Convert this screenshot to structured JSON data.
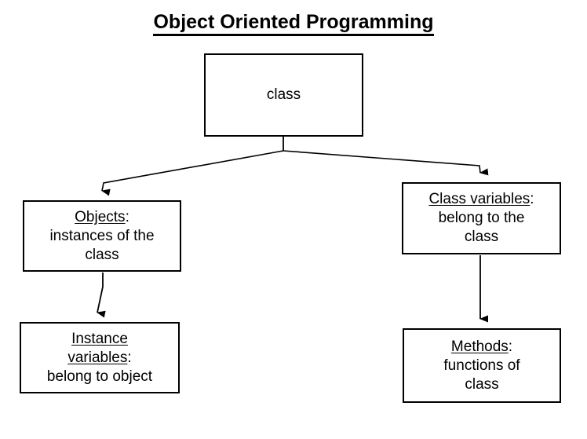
{
  "diagram": {
    "title": "Object Oriented Programming",
    "type": "tree-diagram",
    "background_color": "#ffffff",
    "line_color": "#000000",
    "text_color": "#000000",
    "nodes": [
      {
        "id": "class",
        "heading": "",
        "body": "class",
        "full_text": "class"
      },
      {
        "id": "objects",
        "heading": "Objects",
        "heading_suffix": ":",
        "body_line1": "instances of the",
        "body_line2": "class",
        "full_text": "Objects: instances of the class"
      },
      {
        "id": "class-variables",
        "heading": "Class variables",
        "heading_suffix": ":",
        "body_line1": "belong to the",
        "body_line2": "class",
        "full_text": "Class variables: belong to the class"
      },
      {
        "id": "instance-variables",
        "heading_line1": "Instance",
        "heading_line2": "variables",
        "heading_suffix": ":",
        "body_line1": "belong to object",
        "full_text": "Instance variables: belong to object"
      },
      {
        "id": "methods",
        "heading": "Methods",
        "heading_suffix": ":",
        "body_line1": "functions of",
        "body_line2": "class",
        "full_text": "Methods: functions of class"
      }
    ],
    "edges": [
      {
        "id": "class-to-objects",
        "from": "class",
        "to": "objects",
        "arrow": "end"
      },
      {
        "id": "class-to-class-variables",
        "from": "class",
        "to": "class-variables",
        "arrow": "end"
      },
      {
        "id": "objects-to-instance-variables",
        "from": "objects",
        "to": "instance-variables",
        "arrow": "end"
      },
      {
        "id": "class-variables-to-methods",
        "from": "class-variables",
        "to": "methods",
        "arrow": "end"
      }
    ]
  }
}
